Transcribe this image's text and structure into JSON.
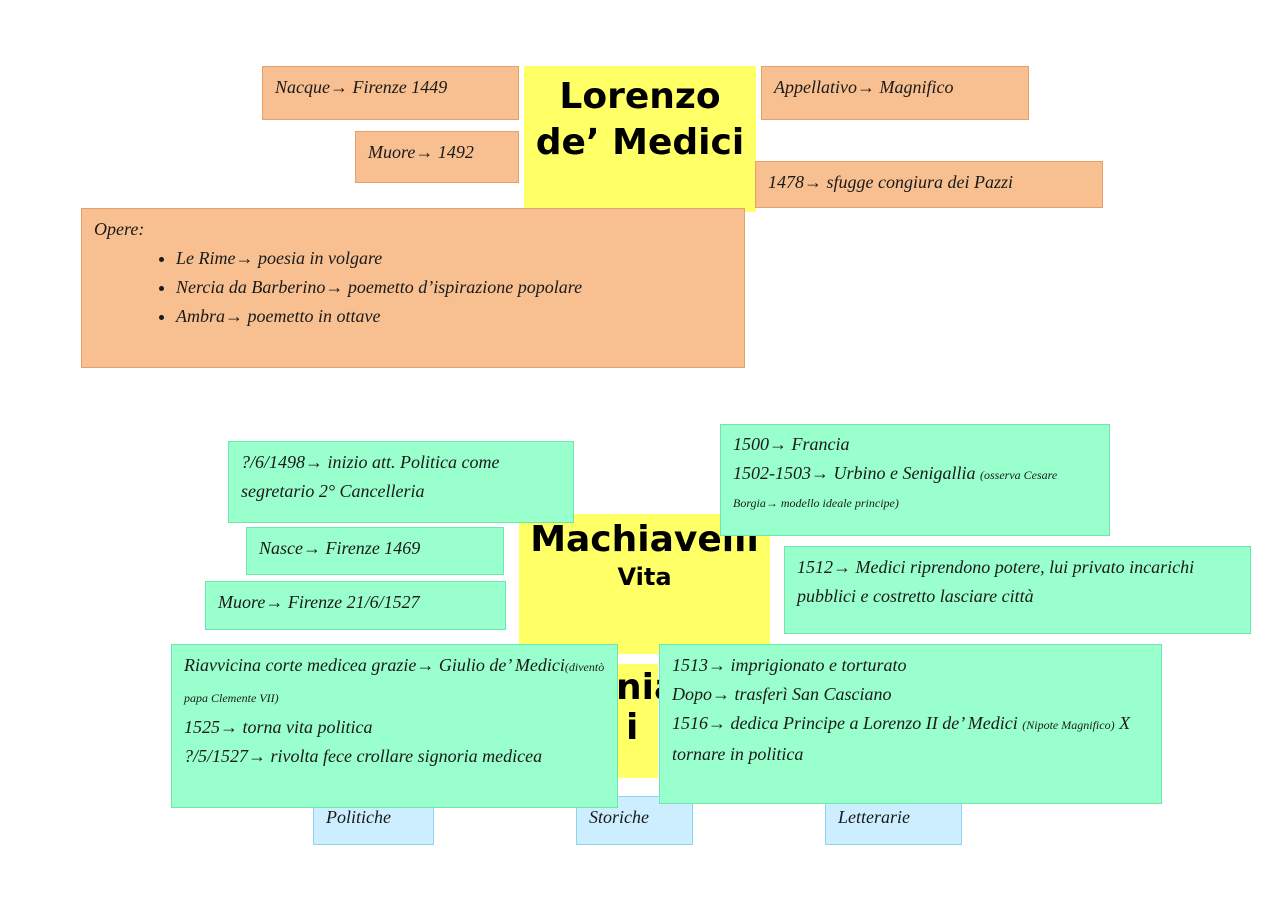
{
  "lorenzo": {
    "title": "Lorenzo de’ Medici",
    "born": "Nacque→ Firenze 1449",
    "died": "Muore→ 1492",
    "appellative": "Appellativo→ Magnifico",
    "pazzi": "1478→ sfugge congiura dei Pazzi",
    "works": {
      "heading": "Opere:",
      "items": [
        "Le Rime→ poesia in volgare",
        "Nercia da Barberino→ poemetto d’ispirazione popolare",
        "Ambra→ poemetto in ottave"
      ]
    }
  },
  "machiavelli": {
    "title": "Machiavelli",
    "subtitle": "Vita",
    "hidden_title_fragment_1": "nia",
    "hidden_title_fragment_2": "i",
    "politics_start": "?/6/1498→ inizio att. Politica come segretario 2° Cancelleria",
    "born": "Nasce→ Firenze 1469",
    "died": "Muore→ Firenze 21/6/1527",
    "france": "1500→ Francia",
    "urbino": "1502-1503→ Urbino e Senigallia",
    "urbino_note": "(osserva Cesare Borgia→ modello ideale principe)",
    "medici_return": "1512→ Medici riprendono potere, lui privato incarichi pubblici e costretto lasciare città",
    "court_a": "Riavvicina corte medicea grazie→ Giulio de’ Medici",
    "court_note": "(diventò papa Clemente VII)",
    "return_1525": "1525→ torna vita politica",
    "revolt_1527": "?/5/1527→ rivolta fece crollare signoria medicea",
    "prison_1513": "1513→ imprigionato e torturato",
    "after": "Dopo→ trasferì San Casciano",
    "prince_1516": "1516→ dedica Principe a Lorenzo II de’ Medici",
    "prince_note": "(Nipote Magnifico)",
    "prince_tail": "X tornare in politica",
    "works": {
      "politiche": "Politiche",
      "storiche": "Storiche",
      "letterarie": "Letterarie"
    }
  },
  "colors": {
    "orange": "#f8c090",
    "green": "#99ffcc",
    "blue": "#cceeff",
    "yellow": "#ffff66"
  }
}
